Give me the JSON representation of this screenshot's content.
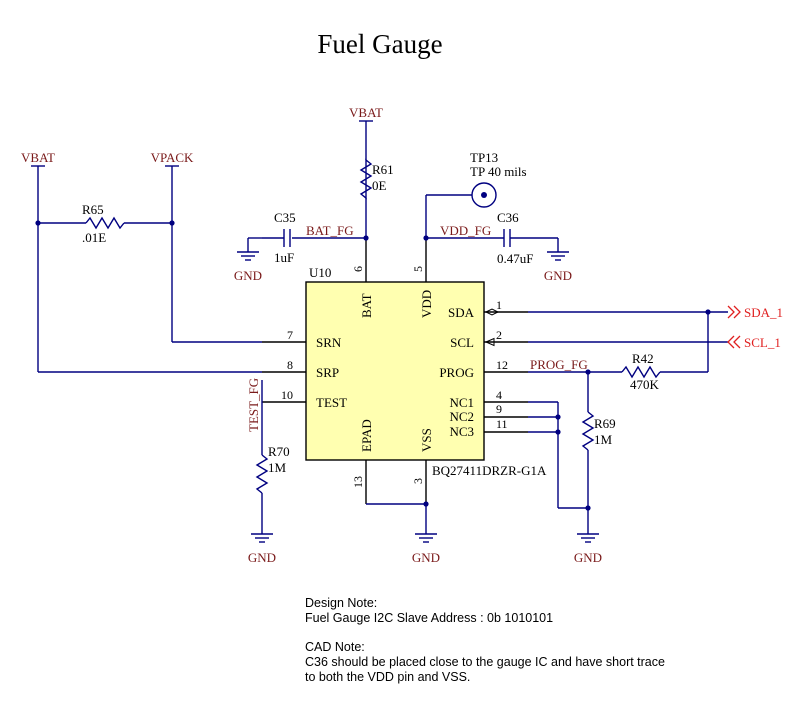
{
  "title": "Fuel Gauge",
  "ic": {
    "ref": "U10",
    "part": "BQ27411DRZR-G1A",
    "pins": {
      "bat": {
        "name": "BAT",
        "num": "6"
      },
      "vdd": {
        "name": "VDD",
        "num": "5"
      },
      "srn": {
        "name": "SRN",
        "num": "7"
      },
      "srp": {
        "name": "SRP",
        "num": "8"
      },
      "test": {
        "name": "TEST",
        "num": "10"
      },
      "sda": {
        "name": "SDA",
        "num": "1"
      },
      "scl": {
        "name": "SCL",
        "num": "2"
      },
      "prog": {
        "name": "PROG",
        "num": "12"
      },
      "nc1": {
        "name": "NC1",
        "num": "4"
      },
      "nc2": {
        "name": "NC2",
        "num": "9"
      },
      "nc3": {
        "name": "NC3",
        "num": "11"
      },
      "epad": {
        "name": "EPAD",
        "num": "13"
      },
      "vss": {
        "name": "VSS",
        "num": "3"
      }
    }
  },
  "components": {
    "r61": {
      "ref": "R61",
      "value": "0E"
    },
    "r65": {
      "ref": "R65",
      "value": ".01E"
    },
    "r42": {
      "ref": "R42",
      "value": "470K"
    },
    "r69": {
      "ref": "R69",
      "value": "1M"
    },
    "r70": {
      "ref": "R70",
      "value": "1M"
    },
    "c35": {
      "ref": "C35",
      "value": "1uF"
    },
    "c36": {
      "ref": "C36",
      "value": "0.47uF"
    },
    "tp13": {
      "ref": "TP13",
      "value": "TP 40 mils"
    }
  },
  "power": {
    "vbat_top": "VBAT",
    "vbat_left": "VBAT",
    "vpack": "VPACK",
    "gnd": "GND"
  },
  "nets": {
    "bat_fg": "BAT_FG",
    "vdd_fg": "VDD_FG",
    "prog_fg": "PROG_FG",
    "test_fg": "TEST_FG"
  },
  "ports": {
    "sda": "SDA_1",
    "scl": "SCL_1"
  },
  "notes": {
    "design_title": "Design Note:",
    "design_line1": "Fuel Gauge I2C Slave Address : 0b 1010101",
    "cad_title": "CAD Note:",
    "cad_line1": "C36 should be placed close to the gauge IC and have short trace",
    "cad_line2": "to both the VDD pin and VSS."
  },
  "colors": {
    "wire": "#000080",
    "net_label": "#7a1a1a",
    "port": "#e02020",
    "ic_fill": "#ffffb0"
  }
}
